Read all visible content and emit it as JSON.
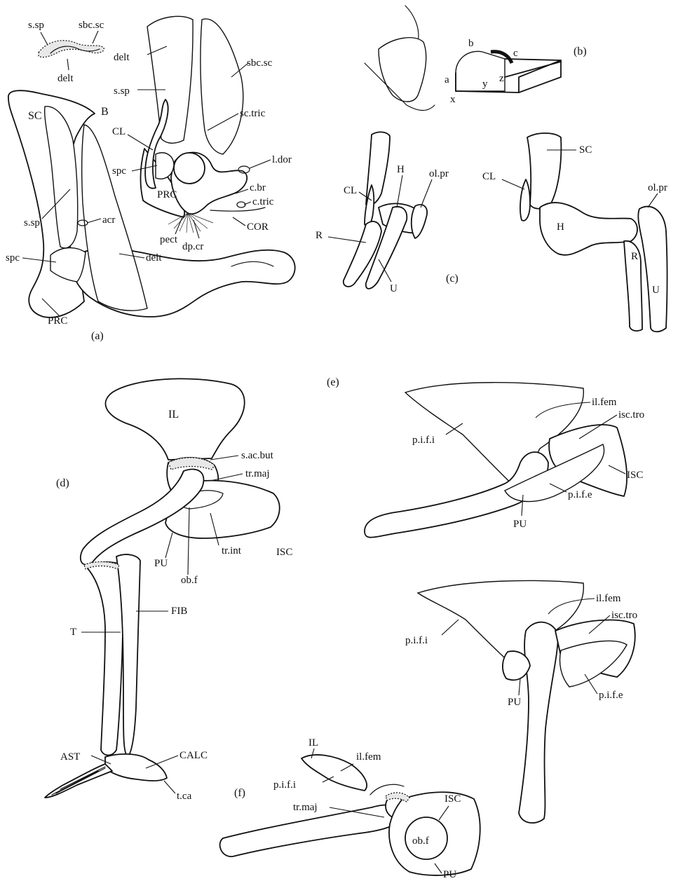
{
  "colors": {
    "ink": "#111111",
    "paper": "#ffffff"
  },
  "panel_a": {
    "caption": "(a)",
    "inset": {
      "s_sp": "s.sp",
      "sbc_sc": "sbc.sc",
      "delt": "delt"
    },
    "labels": {
      "SC": "SC",
      "B": "B",
      "s_sp_left": "s.sp",
      "acr": "acr",
      "spc_left": "spc",
      "PRC_left": "PRC",
      "delt_low": "delt",
      "delt_top": "delt",
      "s_sp_mid": "s.sp",
      "CL": "CL",
      "spc_mid": "spc",
      "PRC_mid": "PRC",
      "pect": "pect",
      "dp_cr": "dp.cr",
      "sbc_sc": "sbc.sc",
      "sc_tric": "sc.tric",
      "l_dor": "l.dor",
      "c_br": "c.br",
      "c_tric": "c.tric",
      "COR": "COR"
    }
  },
  "panel_b": {
    "caption": "(b)",
    "letters": [
      "b",
      "c",
      "a",
      "y",
      "z",
      "x"
    ]
  },
  "panel_c": {
    "caption": "(c)",
    "labels": {
      "CL": "CL",
      "H": "H",
      "ol_pr": "ol.pr",
      "R": "R",
      "U": "U",
      "SC2": "SC",
      "CL2": "CL",
      "ol_pr2": "ol.pr",
      "H2": "H",
      "R2": "R",
      "U2": "U"
    }
  },
  "panel_d": {
    "caption": "(d)",
    "labels": {
      "IL": "IL",
      "s_ac_but": "s.ac.but",
      "tr_maj": "tr.maj",
      "ISC": "ISC",
      "tr_int": "tr.int",
      "PU": "PU",
      "ob_f": "ob.f",
      "FIB": "FIB",
      "T": "T",
      "AST": "AST",
      "CALC": "CALC",
      "t_ca": "t.ca"
    }
  },
  "panel_e": {
    "caption": "(e)",
    "upper": {
      "il_fem": "il.fem",
      "isc_tro": "isc.tro",
      "p_i_f_i": "p.i.f.i",
      "ISC": "ISC",
      "p_i_f_e": "p.i.f.e",
      "PU": "PU"
    },
    "lower": {
      "il_fem": "il.fem",
      "isc_tro": "isc.tro",
      "p_i_f_i": "p.i.f.i",
      "PU": "PU",
      "p_i_f_e": "p.i.f.e"
    }
  },
  "panel_f": {
    "caption": "(f)",
    "labels": {
      "IL": "IL",
      "il_fem": "il.fem",
      "p_i_f_i": "p.i.f.i",
      "tr_maj": "tr.maj",
      "ISC": "ISC",
      "ob_f": "ob.f",
      "PU": "PU"
    }
  }
}
